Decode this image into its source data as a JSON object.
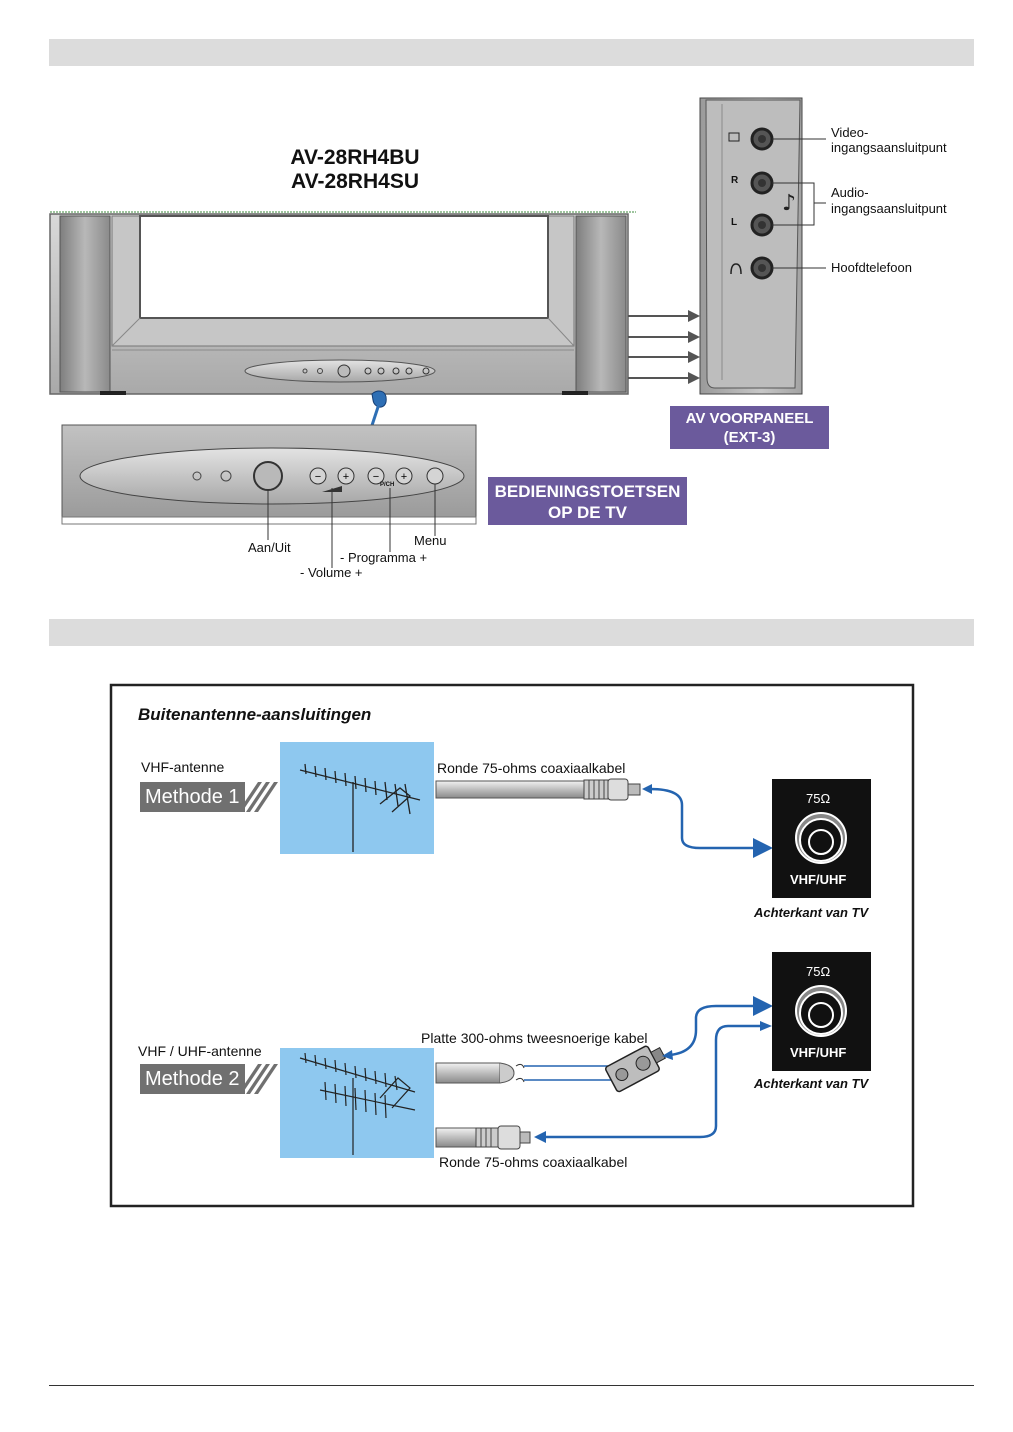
{
  "models": [
    "AV-28RH4BU",
    "AV-28RH4SU"
  ],
  "av_panel": {
    "jacks": [
      "R",
      "L"
    ],
    "labels": {
      "video_line1": "Video-",
      "video_line2": "ingangsaansluitpunt",
      "audio_line1": "Audio-",
      "audio_line2": "ingangsaansluitpunt",
      "headphone": "Hoofdtelefoon"
    },
    "badge_line1": "AV VOORPANEEL",
    "badge_line2": "(EXT-3)"
  },
  "controls": {
    "badge_line1": "BEDIENINGSTOETSEN",
    "badge_line2": "OP DE TV",
    "power": "Aan/Uit",
    "menu": "Menu",
    "program": "- Programma +",
    "volume": "- Volume +",
    "pch_mark": "P/CH"
  },
  "antenna": {
    "title": "Buitenantenne-aansluitingen",
    "method1": {
      "antenna_label": "VHF-antenne",
      "badge": "Methode 1",
      "cable_label": "Ronde 75-ohms coaxiaalkabel",
      "ohm": "75Ω",
      "socket": "VHF/UHF",
      "caption": "Achterkant van TV"
    },
    "method2": {
      "antenna_label": "VHF / UHF-antenne",
      "badge": "Methode 2",
      "cable_label_top": "Platte 300-ohms tweesnoerige kabel",
      "cable_label_bottom": "Ronde 75-ohms coaxiaalkabel",
      "ohm": "75Ω",
      "socket": "VHF/UHF",
      "caption": "Achterkant van TV"
    }
  },
  "colors": {
    "badge": "#6b5a9c",
    "sky": "#8ec8ef",
    "arrow_blue": "#2464b0"
  }
}
